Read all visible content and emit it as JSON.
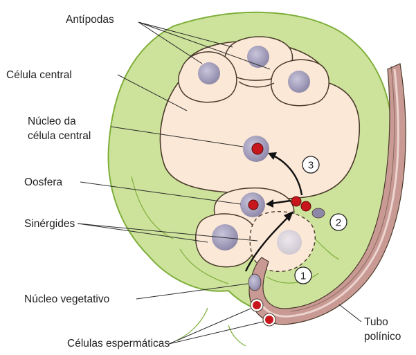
{
  "labels": {
    "antipodas": "Antípodas",
    "celula_central": "Célula central",
    "nucleo_central_l1": "Núcleo da",
    "nucleo_central_l2": "célula central",
    "oosfera": "Oosfera",
    "sinergides": "Sinérgides",
    "nucleo_vegetativo": "Núcleo vegetativo",
    "celulas_espermaticas": "Células espermáticas",
    "tubo_l1": "Tubo",
    "tubo_l2": "polínico"
  },
  "steps": [
    "1",
    "2",
    "3"
  ],
  "colors": {
    "tissue_green": "#cde39c",
    "tissue_outline": "#7fae3a",
    "cell_fill": "#fbe8d6",
    "cell_outline": "#4a3a2a",
    "nucleus": "#9d98b4",
    "sperm_red": "#c8161d",
    "tube_pink": "#c99a94"
  }
}
